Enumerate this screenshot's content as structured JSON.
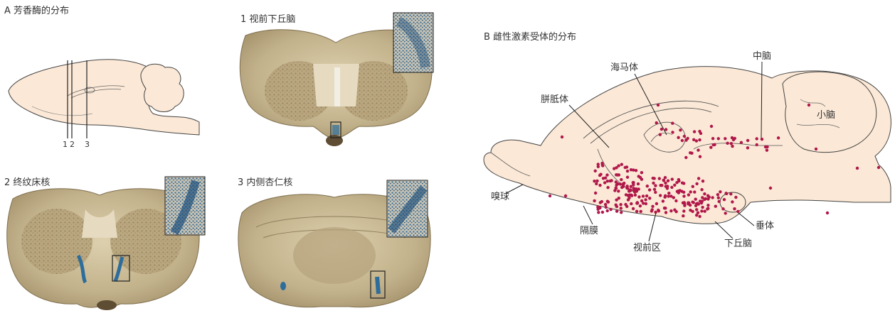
{
  "panel_a": {
    "title": "A 芳香酶的分布",
    "line_labels": [
      "1",
      "2",
      "3"
    ],
    "sections": [
      {
        "label": "1 视前下丘脑"
      },
      {
        "label": "2 终纹床核"
      },
      {
        "label": "3 内侧杏仁核"
      }
    ]
  },
  "panel_b": {
    "title": "B 雌性激素受体的分布",
    "labels": {
      "hippocampus": "海马体",
      "midbrain": "中脑",
      "corpus_callosum": "胼胝体",
      "cerebellum": "小脑",
      "olfactory_bulb": "嗅球",
      "septum": "隔膜",
      "preoptic_area": "视前区",
      "hypothalamus": "下丘脑",
      "pituitary": "垂体"
    },
    "colors": {
      "brain_fill": "#fbe8d6",
      "receptor_dot": "#b0184a"
    }
  },
  "colors": {
    "section_fill": "#c9b995",
    "stain_blue": "#2e6d9b",
    "sketch_fill": "#fbe8d6"
  }
}
